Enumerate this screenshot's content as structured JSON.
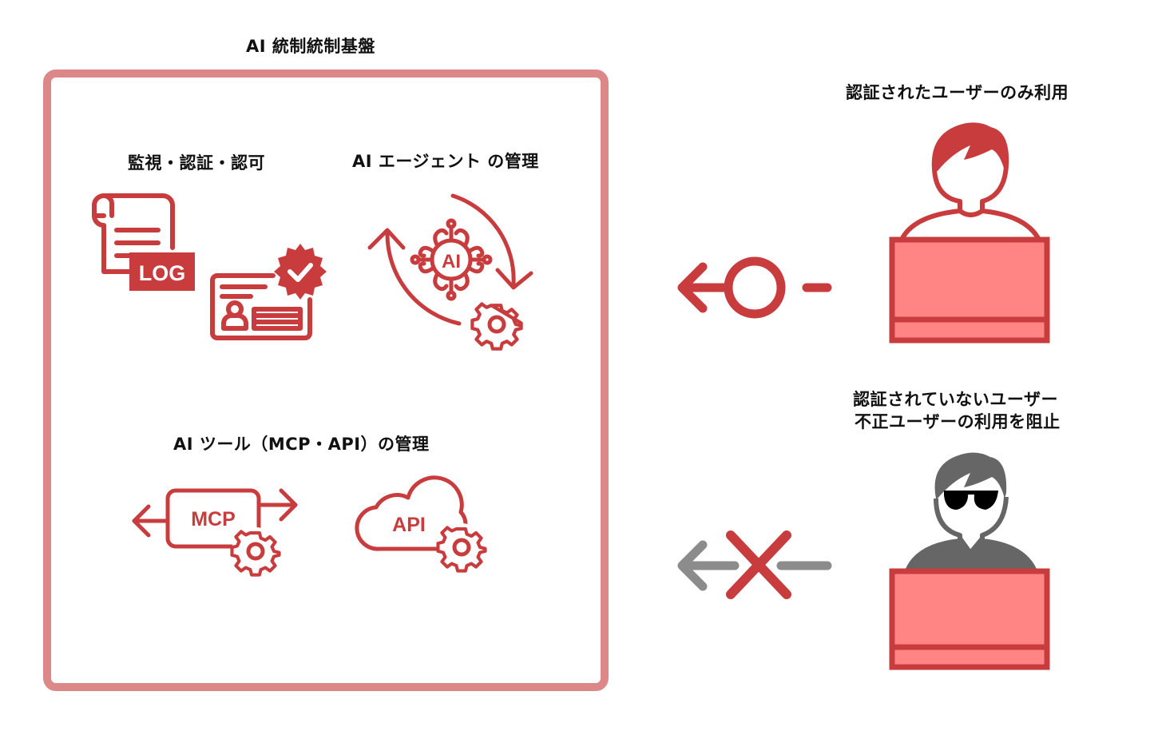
{
  "platform": {
    "title": "AI 統制統制基盤",
    "frame_color": "#dd8888"
  },
  "sections": {
    "monitoring": {
      "title": "監視・認証・認可",
      "log_label": "LOG"
    },
    "agent": {
      "title": "AI エージェント の管理",
      "core_label": "AI"
    },
    "tools": {
      "title": "AI ツール（MCP・API）の管理",
      "mcp_label": "MCP",
      "api_label": "API"
    }
  },
  "users": {
    "authorized": {
      "caption": "認証されたユーザーのみ利用",
      "connection": "allowed"
    },
    "unauthorized": {
      "caption_line1": "認証されていないユーザー",
      "caption_line2": "不正ユーザーの利用を阻止",
      "connection": "blocked"
    }
  },
  "colors": {
    "accent": "#c83c3e",
    "laptop_fill": "#ff8585",
    "blocked_gray": "#8c8c8c",
    "attacker_gray": "#666666"
  }
}
